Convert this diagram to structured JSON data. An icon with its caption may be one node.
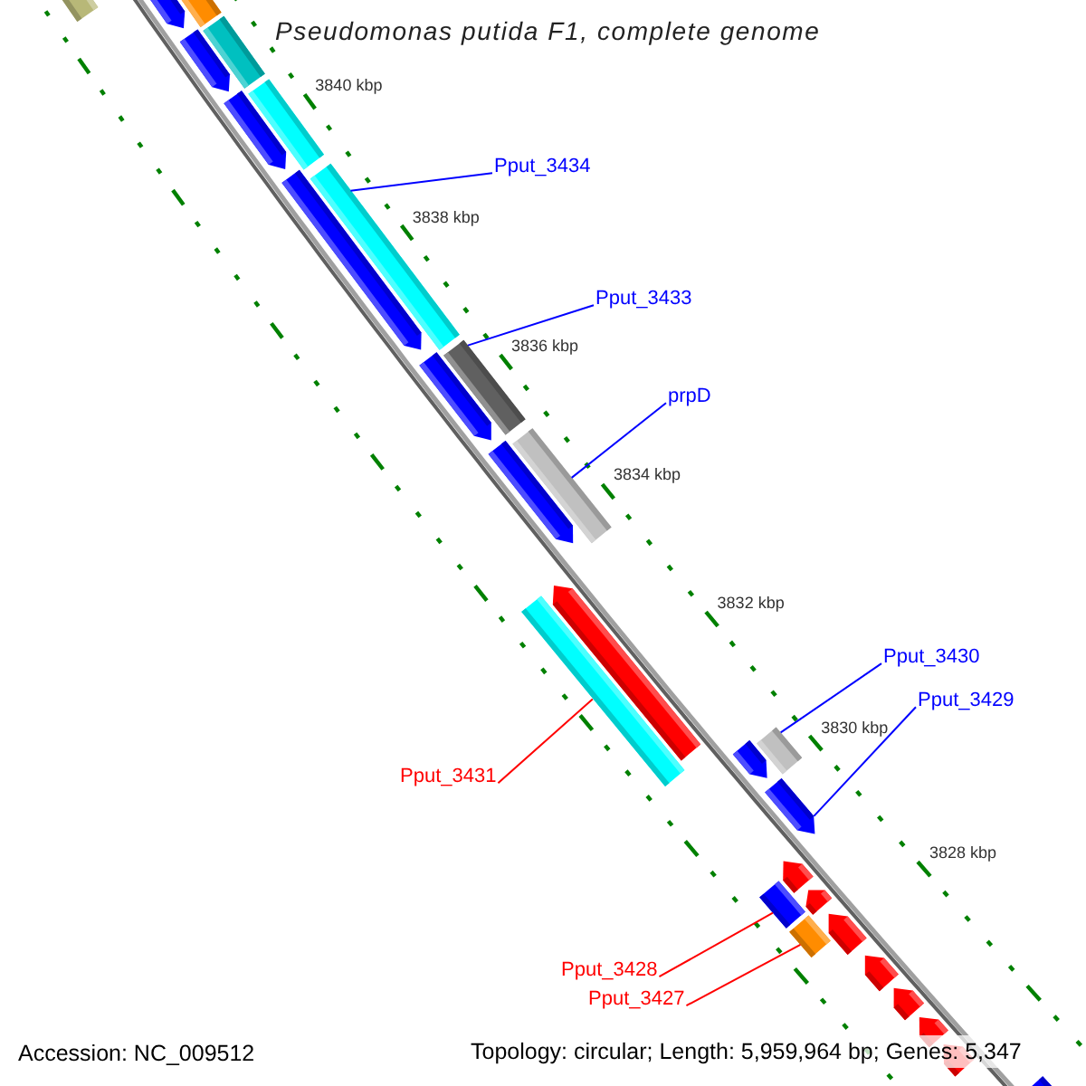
{
  "diagram": {
    "title": "Pseudomonas putida F1, complete genome",
    "nodes": [
      {
        "text": [
          "Pput_3434"
        ]
      },
      {
        "text": [
          "Pput_3433"
        ]
      },
      {
        "text": [
          "prpD"
        ]
      },
      {
        "text": [
          "Pput_3430"
        ]
      },
      {
        "text": [
          "Pput_3429"
        ]
      },
      {
        "text": [
          "Pput_3431"
        ]
      },
      {
        "text": [
          "Pput_3428"
        ]
      },
      {
        "text": [
          "Pput_3427"
        ]
      },
      {
        "text": [],
        "shape": "bar"
      },
      {
        "text": [],
        "shape": "arrow"
      },
      {
        "text": [],
        "shape": "bar"
      },
      {
        "text": [],
        "shape": "arrow"
      },
      {
        "text": [],
        "shape": "bar"
      },
      {
        "text": [],
        "shape": "arrow"
      },
      {
        "text": [],
        "shape": "bar"
      },
      {
        "text": [],
        "shape": "arrow"
      },
      {
        "text": [],
        "shape": "bar"
      },
      {
        "text": [],
        "shape": "arrow"
      },
      {
        "text": [],
        "shape": "bar"
      },
      {
        "text": [],
        "shape": "arrow"
      },
      {
        "text": [],
        "shape": "bar"
      },
      {
        "text": [],
        "shape": "arrow"
      },
      {
        "text": [],
        "shape": "bar"
      },
      {
        "text": [],
        "shape": "arrow"
      },
      {
        "text": [],
        "shape": "bar"
      },
      {
        "text": [],
        "shape": "arrow"
      },
      {
        "text": [],
        "shape": "arrow"
      },
      {
        "text": [],
        "shape": "bar"
      },
      {
        "text": [],
        "shape": "arrow"
      },
      {
        "text": [],
        "shape": "bar"
      },
      {
        "text": [],
        "shape": "arrow"
      },
      {
        "text": [],
        "shape": "arrow"
      },
      {
        "text": [],
        "shape": "arrow"
      },
      {
        "text": [],
        "shape": "arrow"
      },
      {
        "text": [],
        "shape": "arrow"
      },
      {
        "text": [],
        "shape": "arrow"
      }
    ],
    "edges": [
      {
        "from": 0,
        "to": 16,
        "arrow": "none"
      },
      {
        "from": 1,
        "to": 18,
        "arrow": "none"
      },
      {
        "from": 2,
        "to": 20,
        "arrow": "none"
      },
      {
        "from": 3,
        "to": 24,
        "arrow": "none"
      },
      {
        "from": 4,
        "to": 25,
        "arrow": "none"
      },
      {
        "from": 5,
        "to": 22,
        "arrow": "none",
        "color": "#ff0000"
      },
      {
        "from": 6,
        "to": 27,
        "arrow": "none",
        "color": "#ff0000"
      },
      {
        "from": 7,
        "to": 29,
        "arrow": "none",
        "color": "#ff0000"
      }
    ],
    "labels": [
      "3840 kbp",
      "3838 kbp",
      "3836 kbp",
      "3834 kbp",
      "3832 kbp",
      "3830 kbp",
      "3828 kbp",
      "Accession: NC_009512",
      "Topology: circular; Length: 5,959,964 bp; Genes: 5,347"
    ]
  }
}
